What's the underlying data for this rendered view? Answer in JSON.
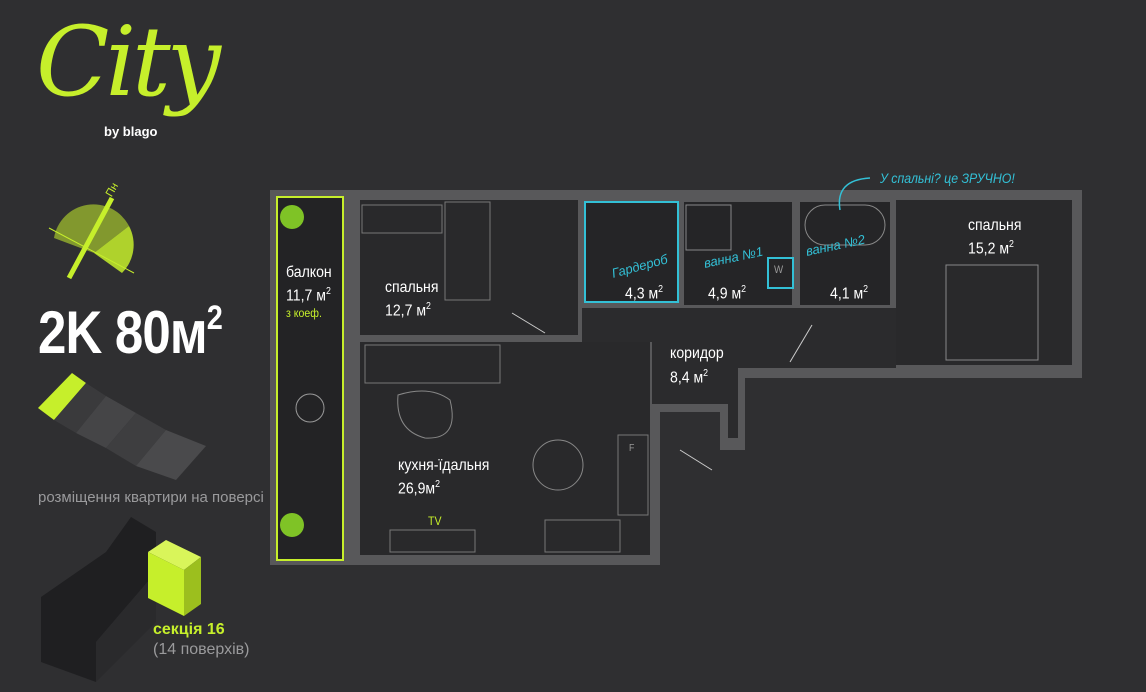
{
  "brand": {
    "logo": "City",
    "sub": "by blago"
  },
  "compass": {
    "label": "Пн"
  },
  "apartment": {
    "type": "2K 80м",
    "sup": "2"
  },
  "floor_caption": "розміщення квартири на поверсі",
  "section": {
    "name": "секція 16",
    "floors": "(14 поверхів)"
  },
  "note": "У спальні? це ЗРУЧНО!",
  "rooms": {
    "balcony": {
      "name": "балкон",
      "area": "11,7 м",
      "coef": "з коеф."
    },
    "bedroom1": {
      "name": "спальня",
      "area": "12,7 м"
    },
    "wardrobe": {
      "name": "Гардероб",
      "area": "4,3 м"
    },
    "bath1": {
      "name": "ванна №1",
      "area": "4,9 м"
    },
    "bath2": {
      "name": "ванна №2",
      "area": "4,1 м"
    },
    "bedroom2": {
      "name": "спальня",
      "area": "15,2 м"
    },
    "corridor": {
      "name": "коридор",
      "area": "8,4 м"
    },
    "kitchen": {
      "name": "кухня-їдальня",
      "area": "26,9м"
    }
  },
  "sq": "2",
  "fixtures": {
    "tv": "TV",
    "washer": "W",
    "fridge": "F"
  },
  "colors": {
    "accent": "#c6ef2b",
    "cyan": "#33c0d6",
    "wall": "#5a5a5c",
    "floor": "#2b2b2d"
  }
}
